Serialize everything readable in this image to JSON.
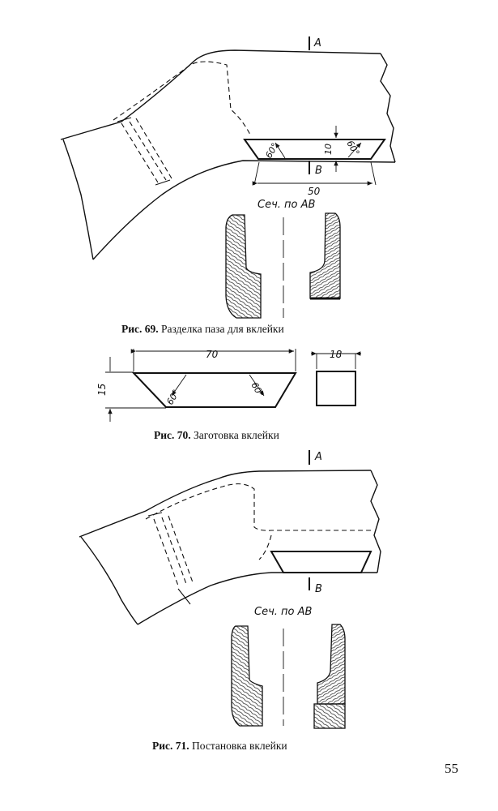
{
  "fig69": {
    "section_label": "Сеч. по АВ",
    "mark_a": "А",
    "mark_b": "В",
    "angle_left": "60°",
    "angle_right": "60°",
    "dim_width": "50",
    "dim_depth": "10",
    "caption_prefix": "Рис. 69.",
    "caption_text": "Разделка паза для вклейки"
  },
  "fig70": {
    "dim_width": "70",
    "dim_height": "15",
    "dim_thickness": "18",
    "angle_left": "60°",
    "angle_right": "60°",
    "caption_prefix": "Рис. 70.",
    "caption_text": "Заготовка вклейки"
  },
  "fig71": {
    "section_label": "Сеч. по АВ",
    "mark_a": "А",
    "mark_b": "В",
    "caption_prefix": "Рис. 71.",
    "caption_text": "Постановка вклейки"
  },
  "page_number": "55"
}
